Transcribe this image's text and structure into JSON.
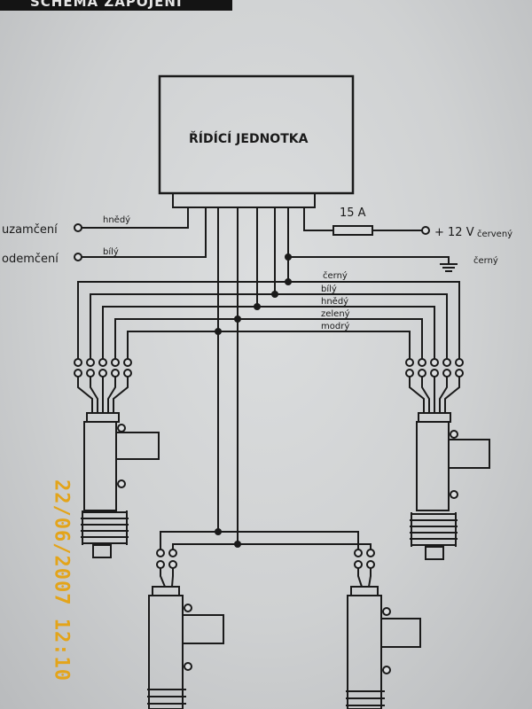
{
  "header_text": "SCHÉMA ZAPOJENÍ",
  "control_unit_label": "ŘÍDÍCÍ JEDNOTKA",
  "fuse_label": "15 A",
  "power_label": "+ 12 V",
  "power_wire_color": "červený",
  "ground_wire_color": "černý",
  "input_lock_label": "uzamčení",
  "input_lock_wire": "hnědý",
  "input_unlock_label": "odemčení",
  "input_unlock_wire": "bílý",
  "bus_wire_labels": [
    "černý",
    "bílý",
    "hnědý",
    "zelený",
    "modrý"
  ],
  "date_stamp": "22/06/2007  12:10",
  "stamp_color": "#e3a41a"
}
